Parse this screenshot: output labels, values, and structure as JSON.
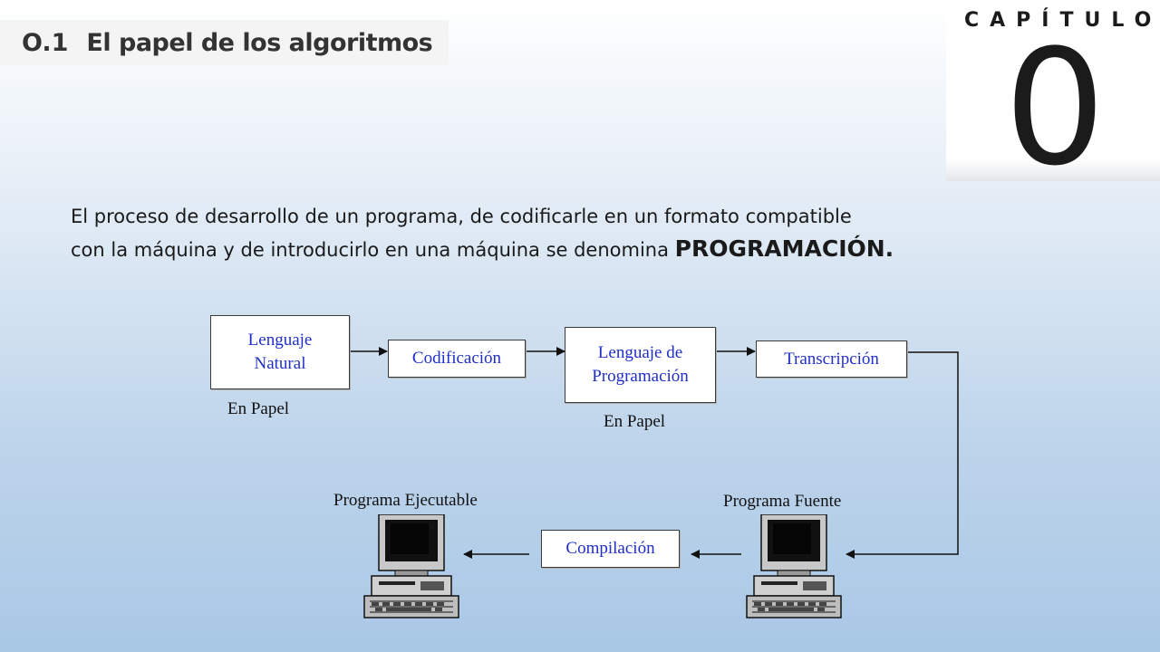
{
  "section": {
    "number": "O.1",
    "title": "El papel de los algoritmos"
  },
  "chapter": {
    "word": "CAPÍTULO",
    "number": "0"
  },
  "intro": {
    "line1": "El proceso de desarrollo de un programa, de codificarle en un formato compatible",
    "line2": "con la máquina y de introducirlo en una máquina se denomina",
    "highlight": "PROGRAMACIÓN."
  },
  "diagram": {
    "nodes": {
      "natural_l1": "Lenguaje",
      "natural_l2": "Natural",
      "codificacion": "Codificación",
      "programacion_l1": "Lenguaje de",
      "programacion_l2": "Programación",
      "transcripcion": "Transcripción",
      "compilacion": "Compilación"
    },
    "labels": {
      "papel1": "En Papel",
      "papel2": "En Papel",
      "ejecutable": "Programa Ejecutable",
      "fuente": "Programa Fuente"
    },
    "colors": {
      "box_text": "#1f2fc8",
      "arrow": "#111111"
    }
  }
}
